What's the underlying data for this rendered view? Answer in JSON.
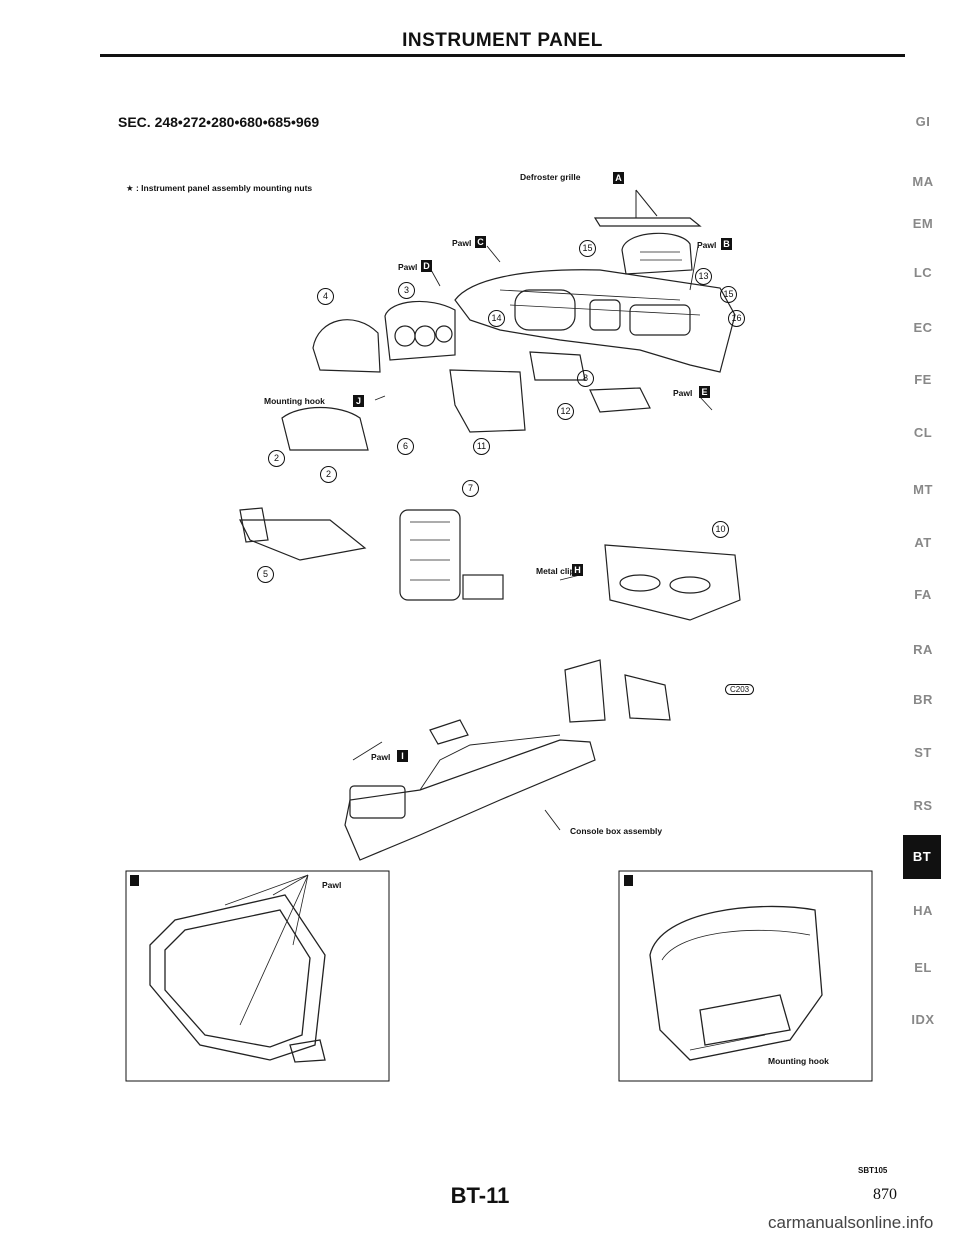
{
  "header": {
    "title": "INSTRUMENT PANEL"
  },
  "section": "SEC. 248•272•280•680•685•969",
  "legend": "★ : Instrument panel assembly mounting nuts",
  "callouts": {
    "defroster": "Defroster grille",
    "pawl": "Pawl",
    "mounting_hook": "Mounting hook",
    "metal_clip": "Metal clip",
    "console_box": "Console box assembly",
    "connector": "C203"
  },
  "letters": [
    "A",
    "B",
    "C",
    "D",
    "E",
    "H",
    "I",
    "J"
  ],
  "numbers": [
    "2",
    "3",
    "4",
    "5",
    "6",
    "7",
    "8",
    "10",
    "11",
    "12",
    "13",
    "14",
    "15",
    "16"
  ],
  "side_index": [
    "GI",
    "MA",
    "EM",
    "LC",
    "EC",
    "FE",
    "CL",
    "MT",
    "AT",
    "FA",
    "RA",
    "BR",
    "ST",
    "RS",
    "BT",
    "HA",
    "EL",
    "IDX"
  ],
  "footer": {
    "figure_code": "SBT105",
    "page_code": "BT-11",
    "page_number": "870",
    "watermark": "carmanualsonline.info"
  }
}
